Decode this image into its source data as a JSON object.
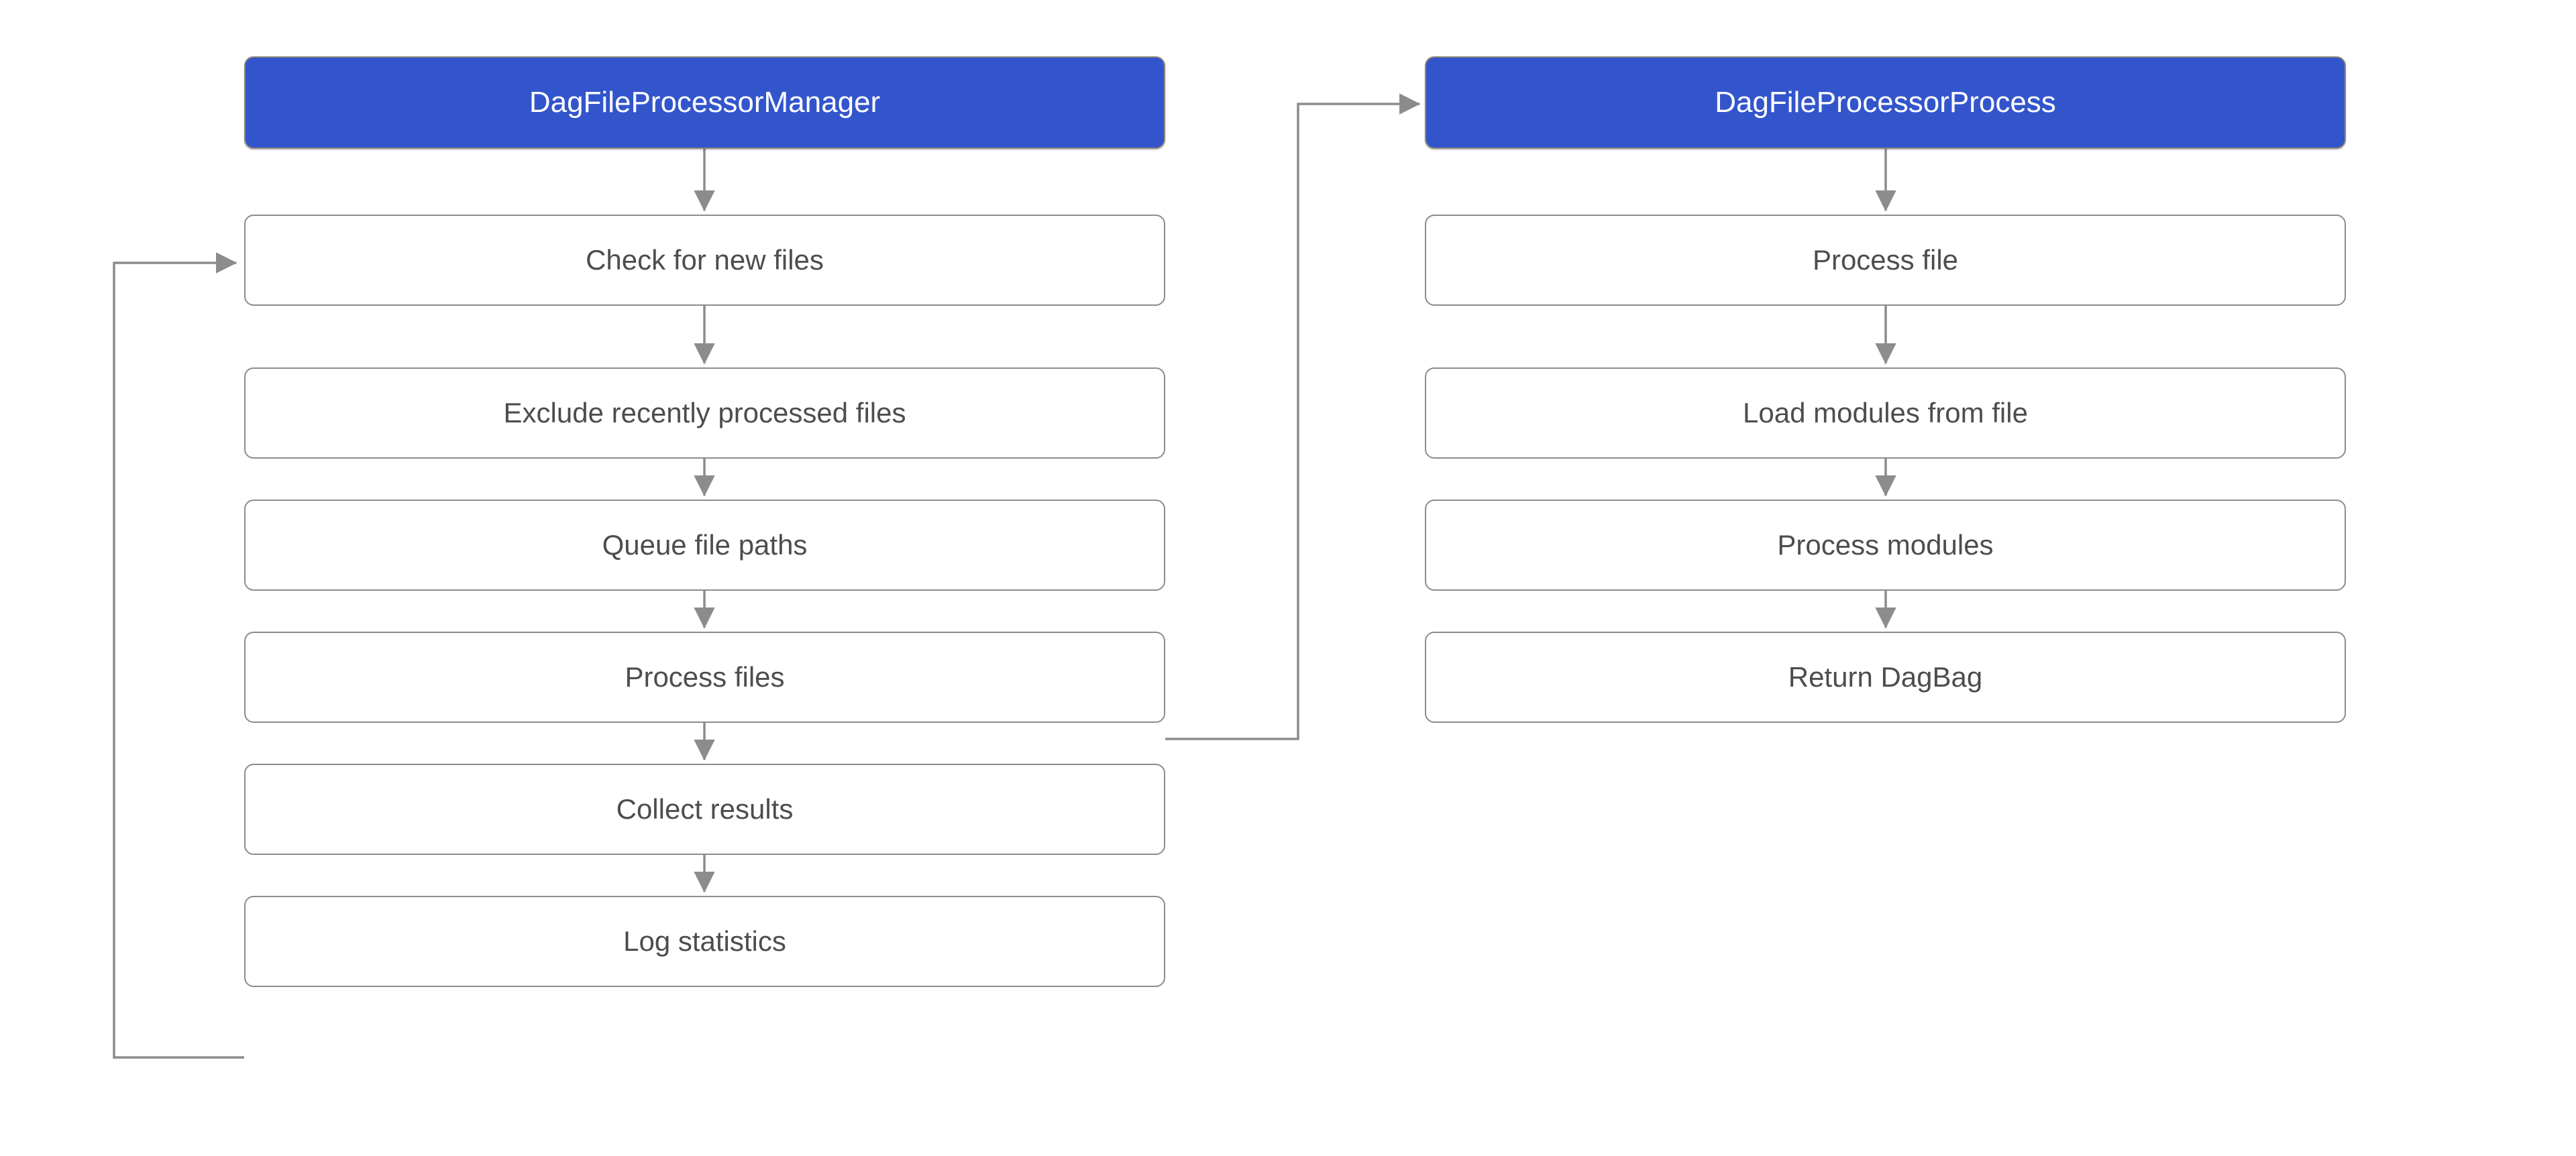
{
  "diagram": {
    "type": "flowchart",
    "background_color": "#ffffff",
    "header_fill_color": "#3355cc",
    "header_text_color": "#ffffff",
    "node_fill_color": "#ffffff",
    "node_border_color": "#8c8c8c",
    "node_text_color": "#4d4d4d",
    "edge_color": "#8c8c8c",
    "columns": [
      {
        "name": "manager-column",
        "header": {
          "label": "DagFileProcessorManager"
        },
        "steps": [
          {
            "label": "Check for new files"
          },
          {
            "label": "Exclude recently processed files"
          },
          {
            "label": "Queue file paths"
          },
          {
            "label": "Process files"
          },
          {
            "label": "Collect results"
          },
          {
            "label": "Log statistics"
          }
        ]
      },
      {
        "name": "process-column",
        "header": {
          "label": "DagFileProcessorProcess"
        },
        "steps": [
          {
            "label": "Process file"
          },
          {
            "label": "Load modules from file"
          },
          {
            "label": "Process modules"
          },
          {
            "label": "Return DagBag"
          }
        ]
      }
    ],
    "edges": [
      {
        "from": "DagFileProcessorManager",
        "to": "Check for new files",
        "kind": "vertical"
      },
      {
        "from": "Check for new files",
        "to": "Exclude recently processed files",
        "kind": "vertical"
      },
      {
        "from": "Exclude recently processed files",
        "to": "Queue file paths",
        "kind": "vertical"
      },
      {
        "from": "Queue file paths",
        "to": "Process files",
        "kind": "vertical"
      },
      {
        "from": "Process files",
        "to": "Collect results",
        "kind": "vertical"
      },
      {
        "from": "Collect results",
        "to": "Log statistics",
        "kind": "vertical"
      },
      {
        "from": "Log statistics",
        "to": "Check for new files",
        "kind": "loop-back-left"
      },
      {
        "from": "Process files",
        "to": "DagFileProcessorProcess",
        "kind": "cross-column"
      },
      {
        "from": "DagFileProcessorProcess",
        "to": "Process file",
        "kind": "vertical"
      },
      {
        "from": "Process file",
        "to": "Load modules from file",
        "kind": "vertical"
      },
      {
        "from": "Load modules from file",
        "to": "Process modules",
        "kind": "vertical"
      },
      {
        "from": "Process modules",
        "to": "Return DagBag",
        "kind": "vertical"
      }
    ]
  }
}
